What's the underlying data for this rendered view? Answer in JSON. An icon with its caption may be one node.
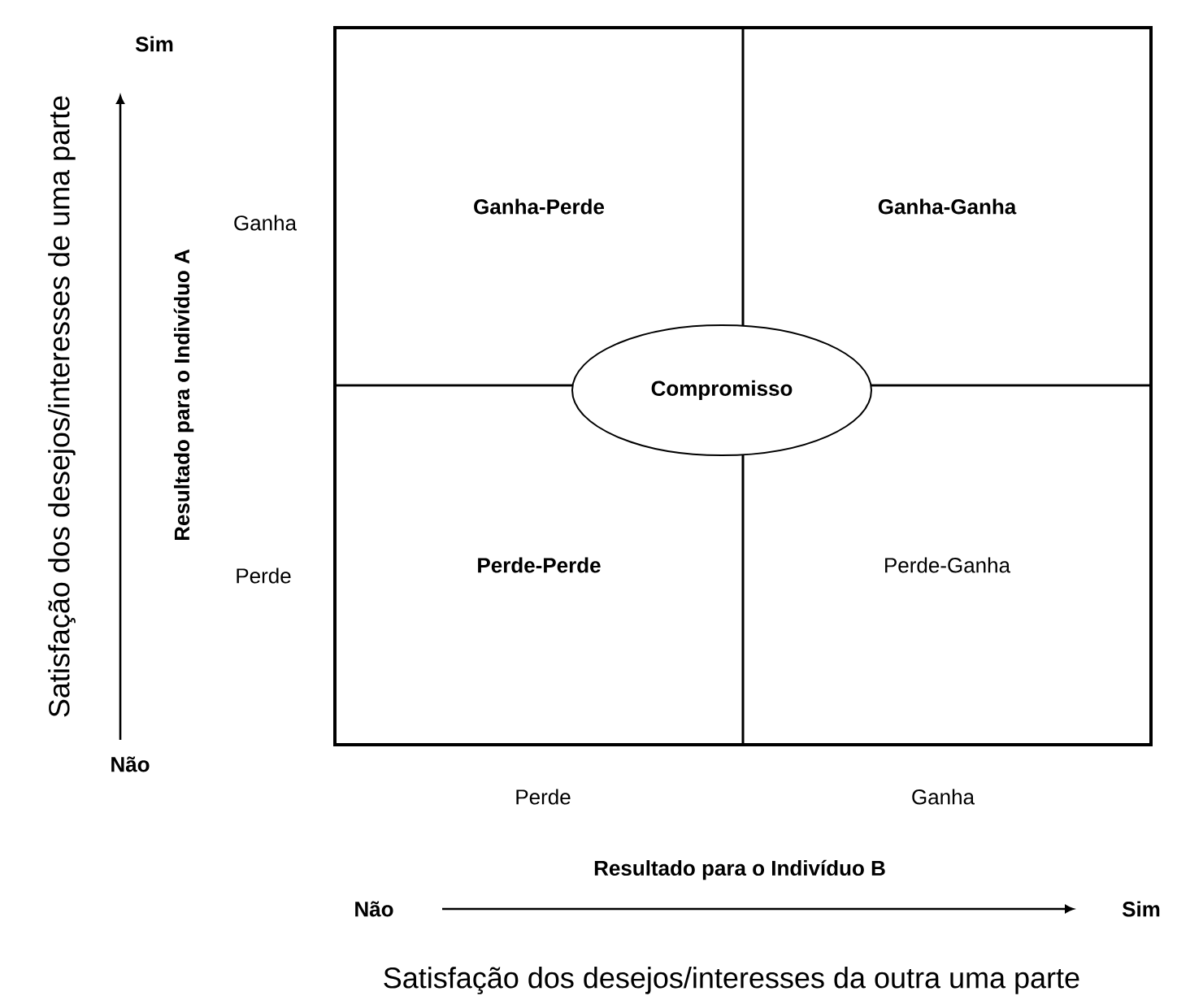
{
  "diagram": {
    "nodes": [
      {
        "text": [
          "Ganha-Perde"
        ]
      },
      {
        "text": [
          "Ganha-Ganha"
        ]
      },
      {
        "text": [
          "Compromisso"
        ]
      },
      {
        "text": [
          "Perde-Perde"
        ]
      },
      {
        "text": [
          "Perde-Ganha"
        ]
      }
    ],
    "labels": [
      "Sim",
      "Satisfação dos desejos/interesses de uma parte",
      "Ganha",
      "Resultado para o Indivíduo A",
      "Perde",
      "Não",
      "Perde",
      "Ganha",
      "Resultado para o Indivíduo B",
      "Não",
      "Sim",
      "Satisfação dos desejos/interesses da outra uma parte"
    ]
  }
}
